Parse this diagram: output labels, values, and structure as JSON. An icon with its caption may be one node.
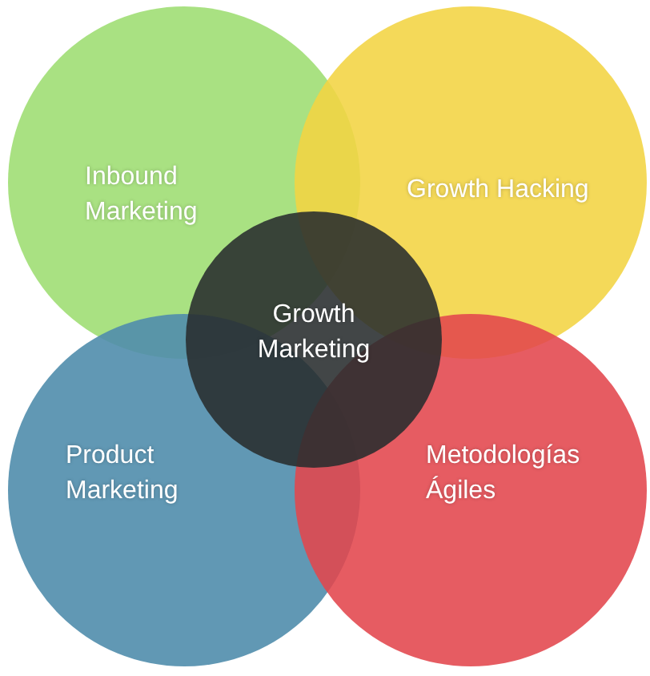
{
  "diagram": {
    "nodes": [
      {
        "text": [
          "Inbound Marketing"
        ]
      },
      {
        "text": [
          "Growth Hacking"
        ]
      },
      {
        "text": [
          "Growth Marketing"
        ]
      },
      {
        "text": [
          "Product Marketing"
        ]
      },
      {
        "text": [
          "Metodologías Ágiles"
        ]
      }
    ]
  }
}
